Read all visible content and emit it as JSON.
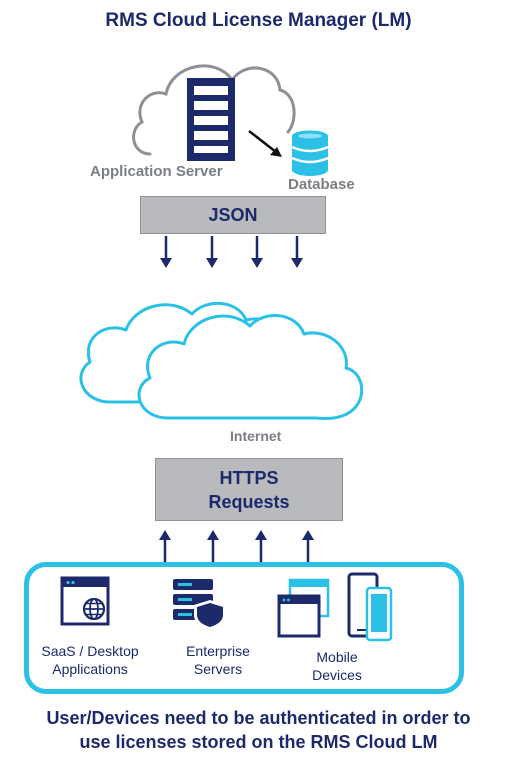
{
  "title": "RMS Cloud License Manager (LM)",
  "server": {
    "label": "Application Server"
  },
  "database": {
    "label": "Database"
  },
  "json_box": {
    "label": "JSON"
  },
  "internet": {
    "label": "Internet"
  },
  "https_box": {
    "line1": "HTTPS",
    "line2": "Requests"
  },
  "clients": [
    {
      "line1": "SaaS / Desktop",
      "line2": "Applications",
      "icon": "web-app-globe-icon"
    },
    {
      "line1": "Enterprise",
      "line2": "Servers",
      "icon": "server-shield-icon"
    },
    {
      "line1": "Mobile",
      "line2": "Devices",
      "icon": "mobile-devices-icon"
    }
  ],
  "footer": {
    "line1": "User/Devices need to be authenticated in order to",
    "line2": "use licenses stored on the RMS Cloud LM"
  },
  "colors": {
    "navy": "#1c2a6b",
    "accent": "#2bc0e6",
    "box_grey": "#b8babd",
    "cloud_outline": "#2bc0e6"
  }
}
